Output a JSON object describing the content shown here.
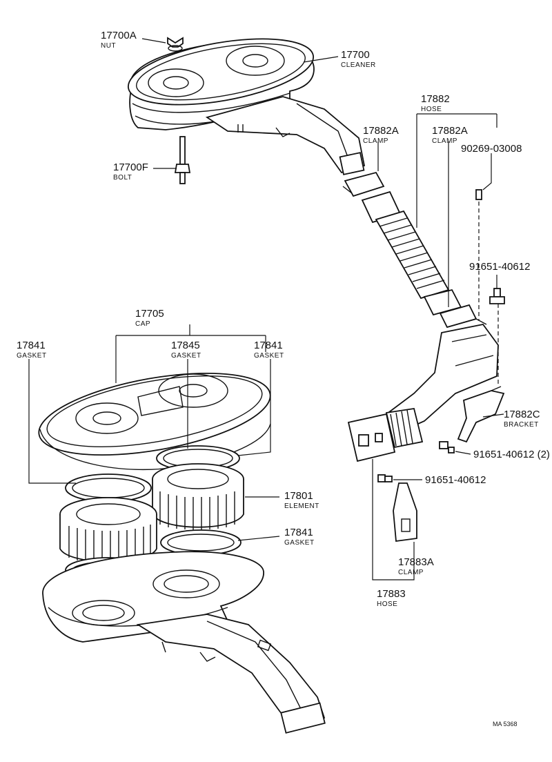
{
  "diagram_ref": "MA 5368",
  "labels": {
    "l17700a": {
      "part": "17700A",
      "name": "NUT"
    },
    "l17700": {
      "part": "17700",
      "name": "CLEANER"
    },
    "l17882": {
      "part": "17882",
      "name": "HOSE"
    },
    "l17882a1": {
      "part": "17882A",
      "name": "CLAMP"
    },
    "l17882a2": {
      "part": "17882A",
      "name": "CLAMP"
    },
    "l90269": {
      "part": "90269-03008",
      "name": ""
    },
    "l17700f": {
      "part": "17700F",
      "name": "BOLT"
    },
    "l91651a": {
      "part": "91651-40612",
      "name": ""
    },
    "l17705": {
      "part": "17705",
      "name": "CAP"
    },
    "l17841a": {
      "part": "17841",
      "name": "GASKET"
    },
    "l17845": {
      "part": "17845",
      "name": "GASKET"
    },
    "l17841b": {
      "part": "17841",
      "name": "GASKET"
    },
    "l17882c": {
      "part": "17882C",
      "name": "BRACKET"
    },
    "l91651b": {
      "part": "91651-40612 (2)",
      "name": ""
    },
    "l91651c": {
      "part": "91651-40612",
      "name": ""
    },
    "l17801": {
      "part": "17801",
      "name": "ELEMENT"
    },
    "l17841c": {
      "part": "17841",
      "name": "GASKET"
    },
    "l17883a": {
      "part": "17883A",
      "name": "CLAMP"
    },
    "l17883": {
      "part": "17883",
      "name": "HOSE"
    }
  }
}
